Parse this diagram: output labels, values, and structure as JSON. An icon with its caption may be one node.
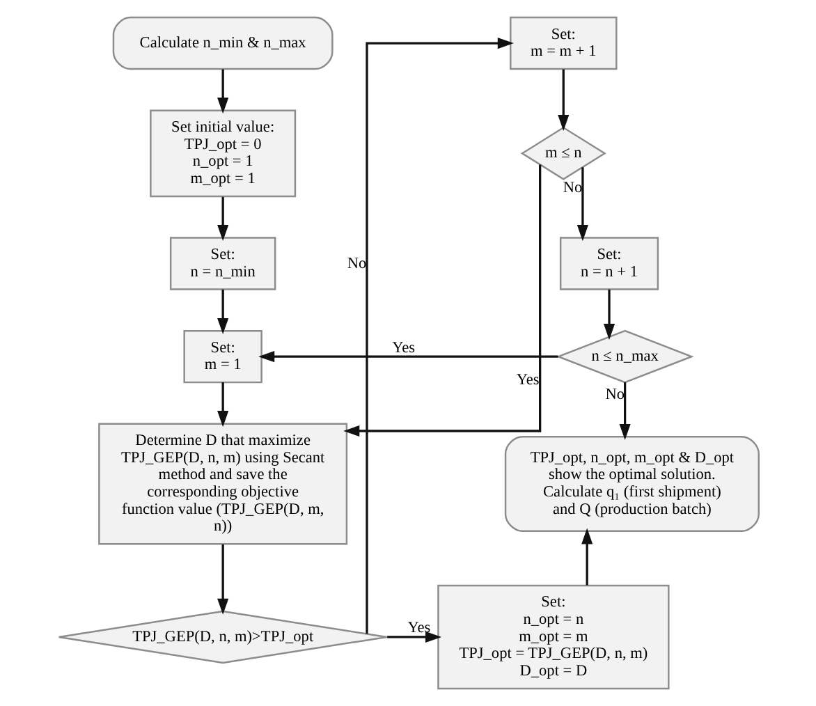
{
  "diagram": {
    "nodes": [
      {
        "text": [
          "Calculate n_min & n_max"
        ]
      },
      {
        "text": [
          "Set initial value:",
          "TPJ_opt = 0",
          "n_opt = 1",
          "m_opt = 1"
        ]
      },
      {
        "text": [
          "Set:",
          "n = n_min"
        ]
      },
      {
        "text": [
          "Set:",
          "m = 1"
        ]
      },
      {
        "text": [
          "Determine D that maximize TPJ_GEP(D, n, m) using Secant method and save the corresponding objective function value (TPJ_GEP(D, m, n))"
        ]
      },
      {
        "text": [
          "TPJ_GEP(D, n, m)>TPJ_opt"
        ]
      },
      {
        "text": [
          "Set:",
          "n_opt = n",
          "m_opt = m",
          "TPJ_opt = TPJ_GEP(D, n, m)",
          "D_opt = D"
        ]
      },
      {
        "text": [
          "Set:",
          "m = m + 1"
        ]
      },
      {
        "text": [
          "m ≤ n"
        ]
      },
      {
        "text": [
          "Set:",
          "n = n + 1"
        ]
      },
      {
        "text": [
          "n ≤ n_max"
        ]
      },
      {
        "text": [
          "TPJ_opt, n_opt, m_opt & D_opt show the optimal solution. Calculate q₁ (first shipment) and Q (production batch)"
        ]
      }
    ],
    "edges": [
      {
        "from": 0,
        "to": 1,
        "arrow": "to"
      },
      {
        "from": 1,
        "to": 2,
        "arrow": "to"
      },
      {
        "from": 2,
        "to": 3,
        "arrow": "to"
      },
      {
        "from": 3,
        "to": 4,
        "arrow": "to"
      },
      {
        "from": 4,
        "to": 5,
        "arrow": "to"
      },
      {
        "from": 5,
        "to": 6,
        "label": "Yes",
        "arrow": "to"
      },
      {
        "from": 5,
        "to": 7,
        "label": "No",
        "arrow": "to"
      },
      {
        "from": 6,
        "to": 11,
        "arrow": "to"
      },
      {
        "from": 7,
        "to": 8,
        "arrow": "to"
      },
      {
        "from": 8,
        "to": 9,
        "label": "No",
        "arrow": "to"
      },
      {
        "from": 8,
        "to": 4,
        "label": "Yes",
        "arrow": "to"
      },
      {
        "from": 9,
        "to": 10,
        "arrow": "to"
      },
      {
        "from": 10,
        "to": 3,
        "label": "Yes",
        "arrow": "to"
      },
      {
        "from": 10,
        "to": 11,
        "label": "No",
        "arrow": "to"
      }
    ]
  }
}
